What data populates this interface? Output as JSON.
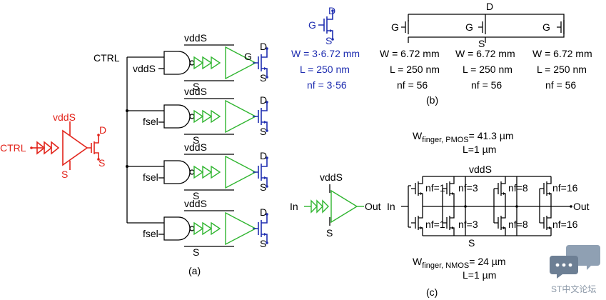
{
  "panel_a": {
    "ctrl": "CTRL",
    "vdds": "vddS",
    "fsel": "fsel",
    "s": "S",
    "g": "G",
    "d": "D",
    "caption": "(a)",
    "red": {
      "ctrl": "CTRL",
      "vdds": "vddS",
      "s": "S",
      "d": "D",
      "s2": "S"
    }
  },
  "panel_b": {
    "single": {
      "g": "G",
      "d": "D",
      "s": "S",
      "w": "W = 3·6.72 mm",
      "l": "L = 250 nm",
      "nf": "nf = 3·56"
    },
    "parallel": {
      "d": "D",
      "s": "S",
      "g": "G",
      "w": "W = 6.72 mm",
      "l": "L = 250 nm",
      "nf": "nf = 56"
    },
    "caption": "(b)"
  },
  "panel_c": {
    "w_pmos_main": "W",
    "w_pmos_sub": "finger, PMOS",
    "w_pmos_val": "= 41.3 µm",
    "l_pmos": "L=1 µm",
    "vdds": "vddS",
    "in": "In",
    "out": "Out",
    "s": "S",
    "in2": "In",
    "out2": "Out",
    "vdds2": "vddS",
    "s2": "S",
    "nf": [
      "nf=1",
      "nf=3",
      "nf=8",
      "nf=16"
    ],
    "w_nmos_main": "W",
    "w_nmos_sub": "finger, NMOS",
    "w_nmos_val": "= 24 µm",
    "l_nmos": "L=1 µm",
    "caption": "(c)"
  },
  "watermark": {
    "text": "ST中文论坛"
  },
  "colors": {
    "red": "#e2231a",
    "blue": "#1f2eb0",
    "green": "#2fb52f",
    "gray": "#8a97a6"
  }
}
